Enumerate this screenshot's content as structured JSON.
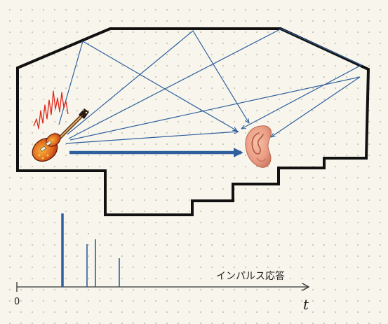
{
  "labels": {
    "impulse_response": "インパルス応答",
    "time_axis": "t",
    "origin": "0"
  },
  "colors": {
    "ray": "#2f5f9e",
    "wall": "#111111",
    "axis": "#333333"
  },
  "icons": {
    "source": "electric-guitar-icon",
    "listener": "ear-icon",
    "sound": "sound-wave-icon"
  }
}
